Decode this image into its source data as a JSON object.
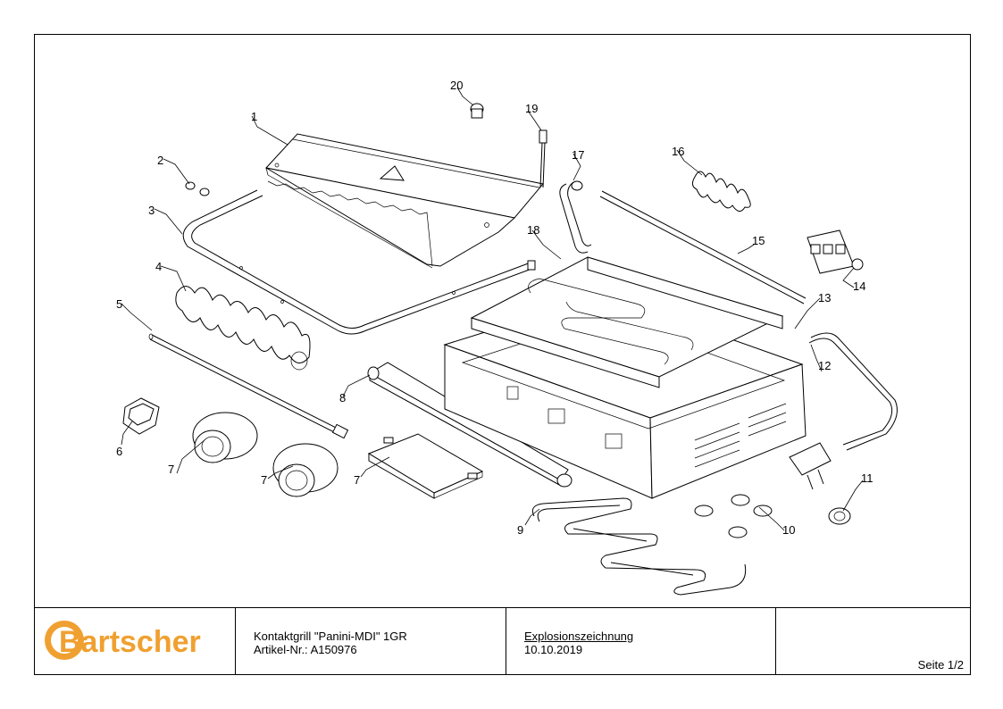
{
  "callouts": [
    "1",
    "2",
    "3",
    "4",
    "5",
    "6",
    "7",
    "7",
    "7",
    "8",
    "9",
    "10",
    "11",
    "12",
    "13",
    "14",
    "15",
    "16",
    "17",
    "18",
    "19",
    "20"
  ],
  "title_block": {
    "logo_text": "Bartscher",
    "product_name": "Kontaktgrill \"Panini-MDI\" 1GR",
    "article": "Artikel-Nr.: A150976",
    "doc_type": "Explosionszeichnung",
    "date": "10.10.2019",
    "page": "Seite 1/2"
  },
  "colors": {
    "logo": "#F0A030",
    "line": "#000000"
  }
}
